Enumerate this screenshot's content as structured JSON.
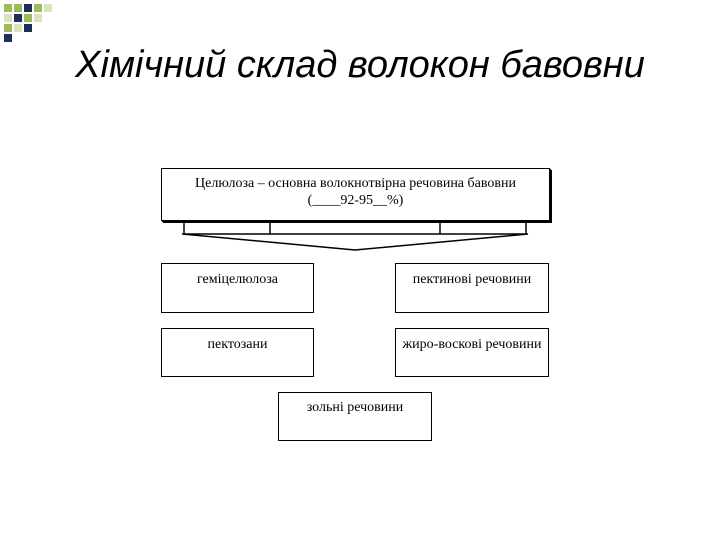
{
  "slide": {
    "title": "Хімічний склад волокон бавовни"
  },
  "diagram": {
    "main": {
      "line1": "Целюлоза – основна волокнотвірна речовина бавовни",
      "line2": "(____92-95__%)"
    },
    "components": [
      {
        "label": "геміцелюлоза"
      },
      {
        "label": "пектинові речовини"
      },
      {
        "label": "пектозани"
      },
      {
        "label": "жиро-воскові речовини"
      },
      {
        "label": "зольні речовини"
      }
    ]
  },
  "colors": {
    "decor_green": "#9bbb59",
    "decor_navy": "#1f2d5a",
    "decor_light": "#d6e3bc"
  }
}
